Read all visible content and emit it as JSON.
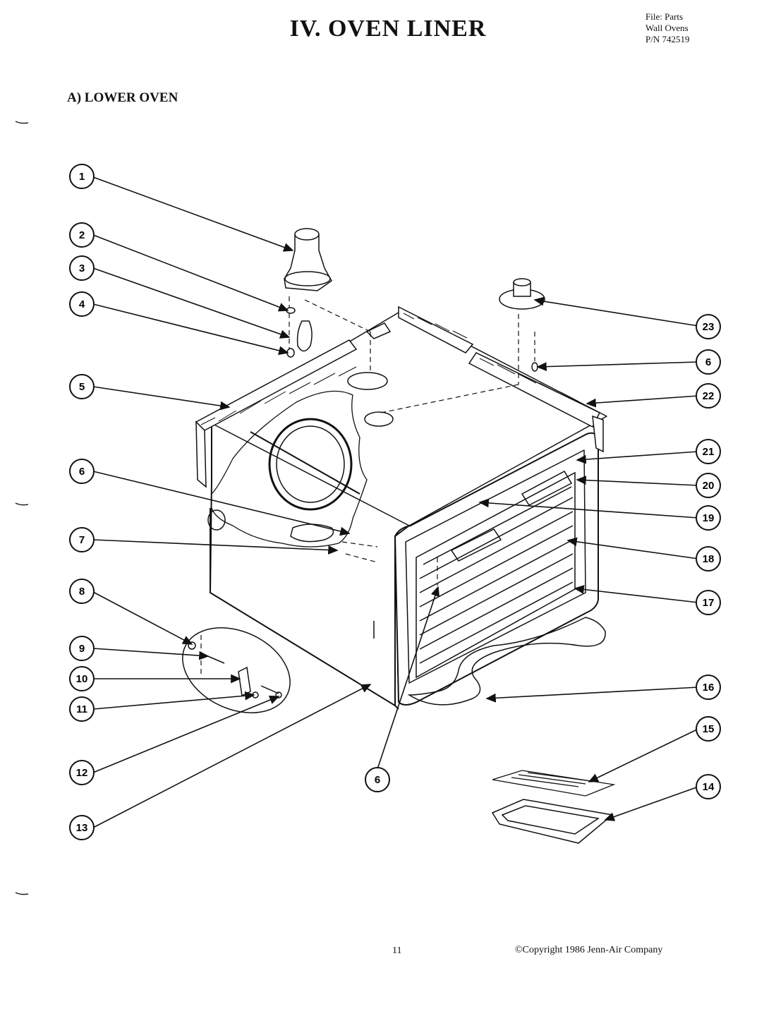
{
  "header": {
    "title": "IV. OVEN LINER",
    "file_lines": [
      "File: Parts",
      "Wall Ovens",
      "P/N 742519"
    ]
  },
  "section_label": "A) LOWER OVEN",
  "callouts": [
    "1",
    "2",
    "3",
    "4",
    "5",
    "6",
    "7",
    "8",
    "9",
    "10",
    "11",
    "12",
    "13",
    "6",
    "23",
    "6",
    "22",
    "21",
    "20",
    "19",
    "18",
    "17",
    "16",
    "15",
    "14"
  ],
  "footer": {
    "page_number": "11",
    "copyright": "©Copyright 1986 Jenn-Air Company"
  }
}
